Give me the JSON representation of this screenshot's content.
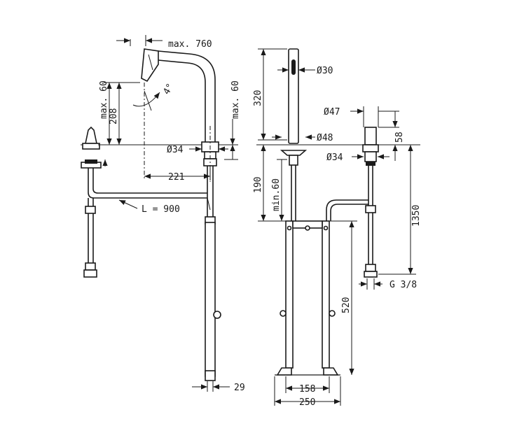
{
  "dimensions": {
    "max_760": "max. 760",
    "max_60_left": "max. 60",
    "d208": "208",
    "angle_4": "4°",
    "max_60_right": "max. 60",
    "dia34_left": "Ø34",
    "d221": "221",
    "hose_length": "L = 900",
    "d29": "29",
    "d320": "320",
    "dia30": "Ø30",
    "dia48": "Ø48",
    "d190": "190",
    "min60": "min.60",
    "d520": "520",
    "d158": "158",
    "d250": "250",
    "dia47": "Ø47",
    "d58": "58",
    "dia34_right": "Ø34",
    "d1350": "1350",
    "thread": "G 3/8"
  }
}
